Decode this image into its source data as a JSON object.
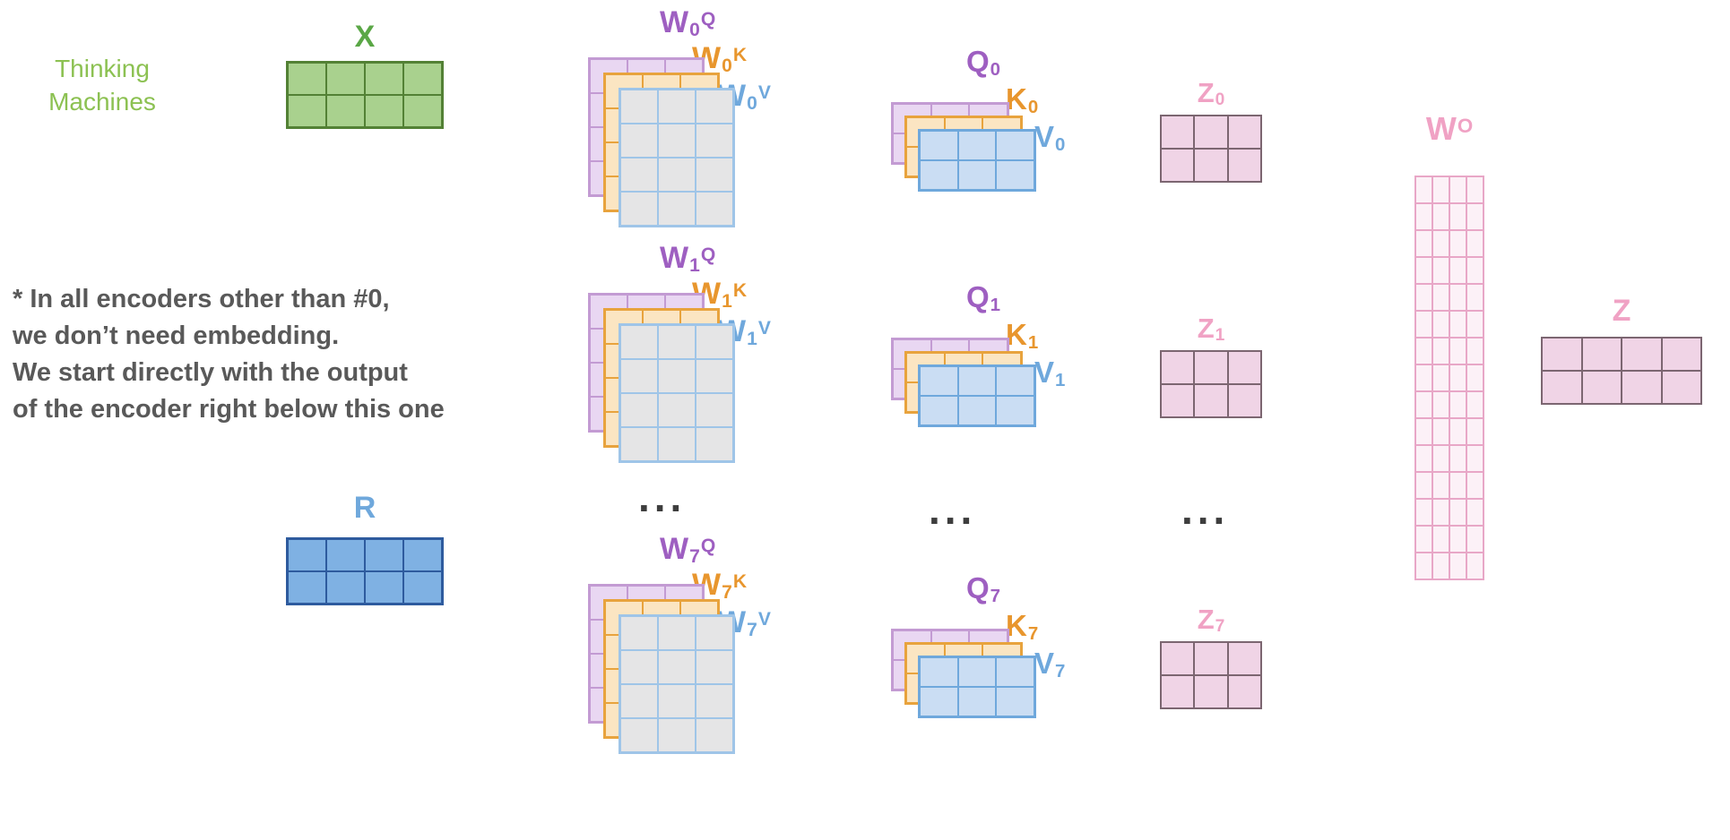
{
  "palette": {
    "brand_green": "#8cc152",
    "green_label": "#5aa746",
    "green_fill": "#a9d18e",
    "green_border": "#538135",
    "purple_label": "#9e5fc1",
    "purple_fill": "#e9d7f2",
    "purple_border": "#c39bd3",
    "orange_label": "#e8962e",
    "orange_fill": "#fbe5c2",
    "orange_border": "#e8a33d",
    "blue_label": "#6fa8dc",
    "gray_fill": "#e5e5e6",
    "grayblue_border": "#9fc5e8",
    "lightblue_fill": "#caddf3",
    "lightblue_border": "#6fa8dc",
    "blue_fill": "#7fb1e3",
    "blue_border": "#2e5b9e",
    "pink_label": "#f0a2c4",
    "pink_fill": "#f0d4e6",
    "pink_border": "#7c6671",
    "wo_fill": "#fcf1f7",
    "wo_border": "#e8a7c7",
    "text_dark": "#595959",
    "ellipsis_color": "#3d3d3d"
  },
  "branding": {
    "line1": "Thinking",
    "line2": "Machines"
  },
  "note": {
    "lines": [
      "* In all encoders other than #0,",
      "we don’t need embedding.",
      "We start directly with the output",
      "of the encoder right below this one"
    ]
  },
  "x_matrix": {
    "label": "X",
    "rows": 2,
    "cols": 4
  },
  "r_matrix": {
    "label": "R",
    "rows": 2,
    "cols": 4
  },
  "z_final": {
    "label": "Z",
    "rows": 2,
    "cols": 4
  },
  "wo": {
    "base": "W",
    "sup": "O",
    "rows": 15,
    "cols": 4
  },
  "w_grid": {
    "rows": 4,
    "cols": 3
  },
  "qkv_grid": {
    "rows": 2,
    "cols": 3
  },
  "z_grid": {
    "rows": 2,
    "cols": 3
  },
  "ellipsis": "...",
  "heads": [
    {
      "wq": {
        "base": "W",
        "sub": "0",
        "sup": "Q"
      },
      "wk": {
        "base": "W",
        "sub": "0",
        "sup": "K"
      },
      "wv": {
        "base": "W",
        "sub": "0",
        "sup": "V"
      },
      "q": {
        "base": "Q",
        "sub": "0"
      },
      "k": {
        "base": "K",
        "sub": "0"
      },
      "v": {
        "base": "V",
        "sub": "0"
      },
      "z": {
        "base": "Z",
        "sub": "0"
      }
    },
    {
      "wq": {
        "base": "W",
        "sub": "1",
        "sup": "Q"
      },
      "wk": {
        "base": "W",
        "sub": "1",
        "sup": "K"
      },
      "wv": {
        "base": "W",
        "sub": "1",
        "sup": "V"
      },
      "q": {
        "base": "Q",
        "sub": "1"
      },
      "k": {
        "base": "K",
        "sub": "1"
      },
      "v": {
        "base": "V",
        "sub": "1"
      },
      "z": {
        "base": "Z",
        "sub": "1"
      }
    },
    {
      "wq": {
        "base": "W",
        "sub": "7",
        "sup": "Q"
      },
      "wk": {
        "base": "W",
        "sub": "7",
        "sup": "K"
      },
      "wv": {
        "base": "W",
        "sub": "7",
        "sup": "V"
      },
      "q": {
        "base": "Q",
        "sub": "7"
      },
      "k": {
        "base": "K",
        "sub": "7"
      },
      "v": {
        "base": "V",
        "sub": "7"
      },
      "z": {
        "base": "Z",
        "sub": "7"
      }
    }
  ]
}
